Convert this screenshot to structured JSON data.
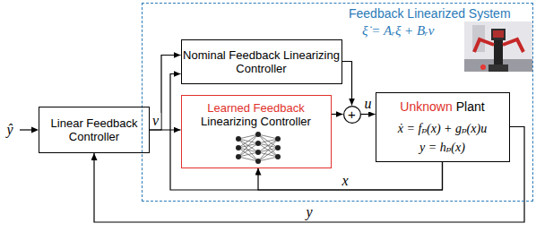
{
  "diagram": {
    "nodes": [
      {
        "text": [
          "Feedback Linearized System",
          "ξ̇ = Aᵣξ + Bᵣv"
        ]
      },
      {
        "text": [
          "Linear Feedback Controller"
        ]
      },
      {
        "text": [
          "Nominal Feedback Linearizing Controller"
        ],
        "in": 0
      },
      {
        "text": [
          "Learned Feedback",
          "Linearizing Controller"
        ],
        "in": 0
      },
      {
        "text": [
          "+"
        ],
        "in": 0
      },
      {
        "text": [
          "Unknown",
          "Plant",
          "ẋ = fₚ(x) + gₚ(x)u",
          "y = hₚ(x)"
        ],
        "in": 0
      }
    ],
    "edges": [
      {
        "from": 1,
        "to": 2,
        "arrow": "to"
      },
      {
        "from": 1,
        "to": 3,
        "label": "v",
        "arrow": "to"
      },
      {
        "from": 2,
        "to": 4,
        "arrow": "to"
      },
      {
        "from": 3,
        "to": 4,
        "arrow": "to"
      },
      {
        "from": 4,
        "to": 5,
        "label": "u",
        "arrow": "to"
      },
      {
        "from": 5,
        "to": 3,
        "label": "x",
        "arrow": "to"
      },
      {
        "from": 5,
        "to": 2,
        "arrow": "to"
      },
      {
        "from": 5,
        "to": 1,
        "label": "y",
        "arrow": "to"
      }
    ],
    "labels": [
      "ŷ"
    ]
  }
}
